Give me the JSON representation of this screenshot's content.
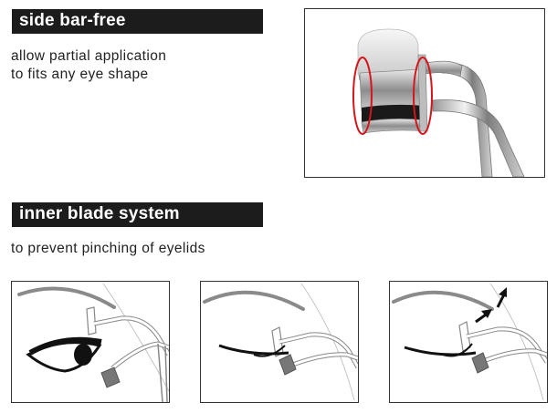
{
  "sections": [
    {
      "title": "side bar-free",
      "lines": [
        "allow partial application",
        "to fits any eye shape"
      ]
    },
    {
      "title": "inner blade system",
      "lines": [
        "to prevent pinching of eyelids"
      ]
    }
  ],
  "colors": {
    "title_bar_bg": "#1c1c1c",
    "title_text": "#ffffff",
    "highlight": "#d4161c",
    "eye_ink": "#111111",
    "line_gray": "#8a8a8a"
  },
  "icons": [
    "eyelash-curler-photo",
    "eye-closeup-illustration",
    "arrow-up-right-icon"
  ]
}
